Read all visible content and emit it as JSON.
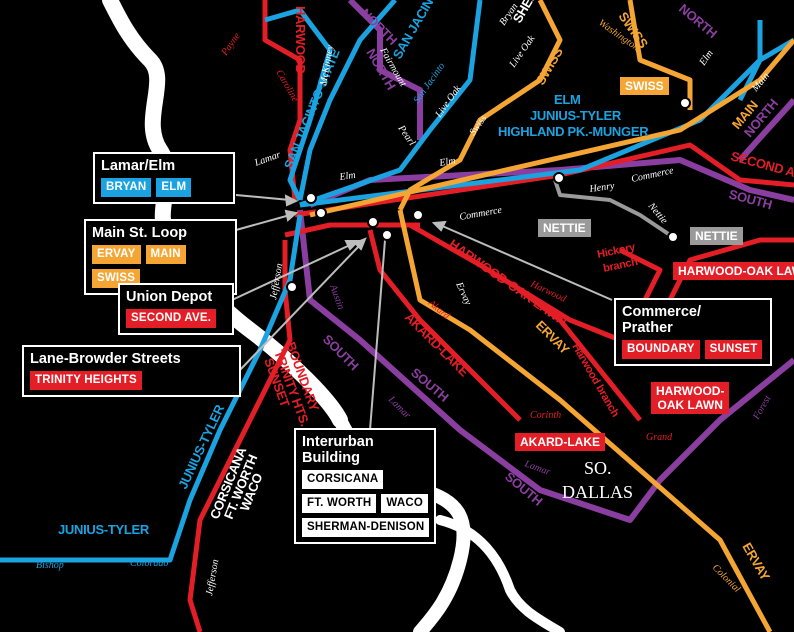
{
  "colors": {
    "red": "#e41e26",
    "blue": "#1aa3e0",
    "orange": "#f4a533",
    "purple": "#8a3fa0",
    "gray": "#9a9a9a",
    "river": "#ffffff",
    "background": "#000000"
  },
  "callouts": [
    {
      "key": "lamar_elm",
      "title": "Lamar/Elm",
      "chips": [
        {
          "label": "BRYAN",
          "color": "blue"
        },
        {
          "label": "ELM",
          "color": "blue"
        }
      ]
    },
    {
      "key": "main_loop",
      "title": "Main St. Loop",
      "chips": [
        {
          "label": "ERVAY",
          "color": "orange"
        },
        {
          "label": "MAIN",
          "color": "orange"
        },
        {
          "label": "SWISS",
          "color": "orange"
        }
      ]
    },
    {
      "key": "union_depot",
      "title": "Union Depot",
      "chips": [
        {
          "label": "SECOND AVE.",
          "color": "red"
        }
      ]
    },
    {
      "key": "lane_browder",
      "title": "Lane-Browder Streets",
      "chips": [
        {
          "label": "TRINITY HEIGHTS",
          "color": "red"
        }
      ]
    },
    {
      "key": "commerce_prather",
      "title": "Commerce/ Prather",
      "chips": [
        {
          "label": "BOUNDARY",
          "color": "red"
        },
        {
          "label": "SUNSET",
          "color": "red"
        }
      ]
    },
    {
      "key": "interurban",
      "title": "Interurban Building",
      "chips": [
        {
          "label": "CORSICANA",
          "color": "white"
        },
        {
          "label": "FT. WORTH",
          "color": "white"
        },
        {
          "label": "WACO",
          "color": "white"
        },
        {
          "label": "SHERMAN-DENISON",
          "color": "white"
        }
      ]
    }
  ],
  "tags": [
    {
      "key": "swiss",
      "label": "SWISS",
      "color": "orange"
    },
    {
      "key": "nettie1",
      "label": "NETTIE",
      "color": "gray"
    },
    {
      "key": "nettie2",
      "label": "NETTIE",
      "color": "gray"
    },
    {
      "key": "harwood_oak_lawn_right",
      "label": "HARWOOD-OAK LAWN",
      "color": "red"
    },
    {
      "key": "harwood_oak_lawn_box",
      "label": "HARWOOD-\nOAK LAWN",
      "color": "red"
    },
    {
      "key": "akard_lake_box",
      "label": "AKARD-LAKE",
      "color": "red"
    }
  ],
  "route_labels": {
    "harwood_top": "HARWOOD",
    "north_top": "NORTH",
    "san_jacinto_top": "SAN JACINTO",
    "sherman": "SHERMAN",
    "san_jacinto_state": "SAN JACINTO-STATE",
    "north_mid": "NORTH",
    "swiss_a": "SWISS",
    "swiss_b": "SWISS",
    "swiss_c": "SWISS",
    "north_right": "NORTH",
    "elm_lbl": "ELM",
    "junius_tyler_lbl": "JUNIUS-TYLER",
    "highland_lbl": "HIGHLAND PK.-MUNGER",
    "main_lbl": "MAIN",
    "north_r2": "NORTH",
    "second_ave": "SECOND AVE.",
    "south_r1": "SOUTH",
    "harwood_branch": "Hickory",
    "harwood_branch2": "branch",
    "harwood_oak_lawn_diag": "HARWOOD-OAK LAWN",
    "ervay_diag": "ERVAY",
    "akard_lake_diag": "AKARD-LAKE",
    "south_a": "SOUTH",
    "south_b": "SOUTH",
    "south_c": "SOUTH",
    "south_d": "SOUTH",
    "harwood_branch_diag": "Harwood branch",
    "boundary_trinity": "BOUNDARY",
    "boundary_trinity2": "TRINITY HTS.",
    "boundary_trinity3": "SUNSET",
    "corsicana_l": "CORSICANA",
    "ftworth_l": "FT. WORTH",
    "waco_l": "WACO",
    "junius_tyler_diag": "JUNIUS-TYLER",
    "junius_tyler_bottom": "JUNIUS-TYLER",
    "ervay_bottom": "ERVAY",
    "so_dallas1": "SO.",
    "so_dallas2": "DALLAS"
  },
  "streets": {
    "payne": "Payne",
    "caroline": "Caroline",
    "mckinney": "McKinney",
    "fairmount": "Fairmount",
    "san_jacinto": "San Jacinto",
    "live_oak1": "Live Oak",
    "bryan": "Bryan",
    "live_oak2": "Live Oak",
    "washington": "Washington",
    "elm_st": "Elm",
    "main_st": "Main",
    "pearl": "Pearl",
    "lamar": "Lamar",
    "elm_mid": "Elm",
    "elm_right": "Elm",
    "swiss_st": "Swiss",
    "henry": "Henry",
    "commerce1": "Commerce",
    "commerce2": "Commerce",
    "nettie": "Nettie",
    "jefferson1": "Jefferson",
    "austin": "Austin",
    "ervay_st": "Ervay",
    "akard": "Akard",
    "harwood": "Harwood",
    "lamar2": "Lamar",
    "corinth": "Corinth",
    "grand": "Grand",
    "lamar3": "Lamar",
    "forest": "Forest",
    "bishop": "Bishop",
    "colorado": "Colorado",
    "jefferson2": "Jefferson",
    "colonial": "Colonial"
  }
}
